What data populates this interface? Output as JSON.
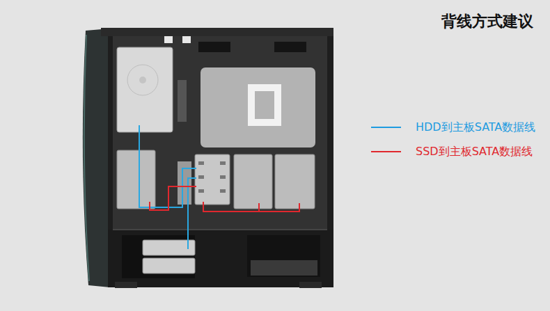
{
  "diagram": {
    "title": "背线方式建议",
    "legend": [
      {
        "text": "HDD到主板SATA数据线"
      },
      {
        "text": "SSD到主板SATA数据线"
      }
    ]
  }
}
